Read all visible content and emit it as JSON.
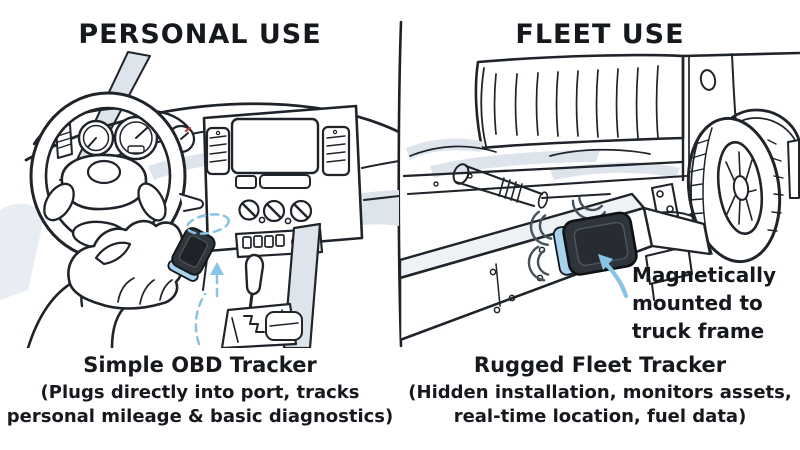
{
  "panels": {
    "personal": {
      "title": "PERSONAL USE",
      "caption_title": "Simple OBD Tracker",
      "caption_line1": "(Plugs directly into port, tracks",
      "caption_line2": "personal mileage & basic diagnostics)"
    },
    "fleet": {
      "title": "FLEET USE",
      "caption_title": "Rugged Fleet Tracker",
      "caption_line1": "(Hidden installation, monitors assets,",
      "caption_line2": "real-time location, fuel data)",
      "annotation": {
        "line1": "Magnetically",
        "line2": "mounted to",
        "line3": "truck frame"
      }
    }
  },
  "icons": {
    "obd_plug_arrow": "dashed-up-arrow",
    "obd_port_highlight": "dashed-ellipse",
    "magnet_waves": "magnetic-field-arcs",
    "magnetic_mount_arrow": "curved-up-left-arrow"
  },
  "style": {
    "ink": "#1d2126",
    "shade": "#dde4ec",
    "accent_blue": "#86c4e8",
    "device_blue_edge": "#a8d3ee",
    "device_dark": "#2f343b",
    "background": "#ffffff"
  }
}
